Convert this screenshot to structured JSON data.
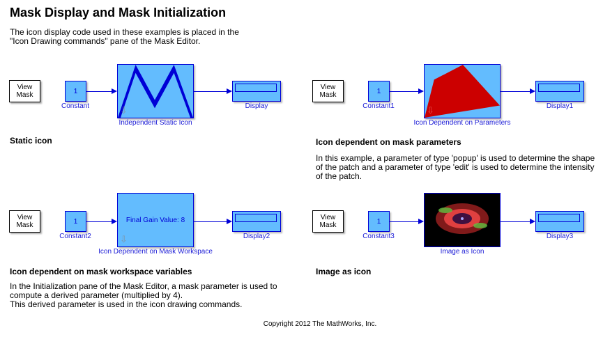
{
  "title": "Mask Display and Mask Initialization",
  "intro": "The icon display code used in these examples is placed in the\n\"Icon Drawing commands\" pane of the Mask Editor.",
  "view_mask": "View\nMask",
  "examples": [
    {
      "constant_value": "1",
      "constant_label": "Constant",
      "block_label": "Independent Static Icon",
      "display_label": "Display",
      "heading": "Static icon"
    },
    {
      "constant_value": "1",
      "constant_label": "Constant1",
      "block_label": "Icon Dependent on Parameters",
      "display_label": "Display1",
      "heading": "Icon dependent on mask parameters",
      "description": "In this example, a parameter of type 'popup' is used to determine the shape\nof the patch and a parameter of type 'edit' is used to determine the intensity\nof the patch."
    },
    {
      "constant_value": "1",
      "constant_label": "Constant2",
      "block_label": "Icon Dependent on Mask Workspace",
      "block_text": "Final Gain Value: 8",
      "display_label": "Display2",
      "heading": "Icon dependent on mask workspace variables",
      "description": "In the Initialization pane of the Mask Editor, a mask parameter is used to\ncompute a derived parameter (multiplied by 4).\nThis derived parameter is used in the icon drawing commands."
    },
    {
      "constant_value": "1",
      "constant_label": "Constant3",
      "block_label": "Image as Icon",
      "display_label": "Display3",
      "heading": "Image as icon"
    }
  ],
  "copyright": "Copyright 2012 The MathWorks, Inc.",
  "colors": {
    "block": "#63bcfe",
    "line": "#0000d6",
    "patch": "#cc0000"
  }
}
